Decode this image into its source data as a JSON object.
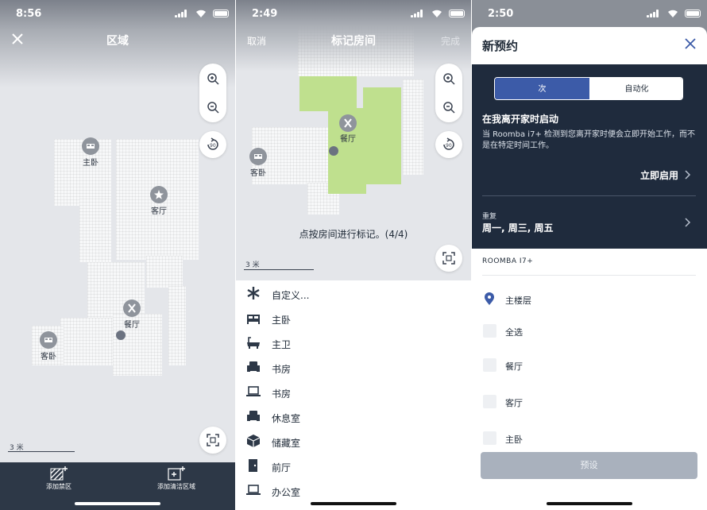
{
  "colors": {
    "accent": "#3c5ba8",
    "dark": "#1f2b3d",
    "room_green": "#bfe08e",
    "bottom_bar": "#2d3847"
  },
  "screen1": {
    "time": "8:56",
    "title": "区域",
    "rooms": [
      "主卧",
      "客厅",
      "餐厅",
      "客卧"
    ],
    "scale": "3 米",
    "bottom": {
      "no_go": "添加禁区",
      "clean_zone": "添加清洁区域"
    }
  },
  "screen2": {
    "time": "2:49",
    "cancel": "取消",
    "title": "标记房间",
    "done": "完成",
    "rooms": [
      "客厅",
      "餐厅",
      "客卧"
    ],
    "hint": "点按房间进行标记。(4/4)",
    "scale": "3 米",
    "list": [
      {
        "label": "自定义...",
        "icon": "asterisk-icon"
      },
      {
        "label": "主卧",
        "icon": "bed-icon"
      },
      {
        "label": "主卫",
        "icon": "bathtub-icon"
      },
      {
        "label": "书房",
        "icon": "armchair-icon"
      },
      {
        "label": "书房",
        "icon": "laptop-icon"
      },
      {
        "label": "休息室",
        "icon": "armchair-icon"
      },
      {
        "label": "储藏室",
        "icon": "box-icon"
      },
      {
        "label": "前厅",
        "icon": "door-icon"
      },
      {
        "label": "办公室",
        "icon": "laptop-icon"
      }
    ]
  },
  "screen3": {
    "time": "2:50",
    "title": "新预约",
    "seg": {
      "left": "次",
      "right": "自动化"
    },
    "heading": "在我离开家时启动",
    "desc": "当 Roomba i7+ 检测到您离开家时便会立即开始工作，而不是在特定时间工作。",
    "enable": "立即启用",
    "repeat_label": "重复",
    "repeat_value": "周一, 周三, 周五",
    "section": "ROOMBA I7+",
    "floor": "主楼层",
    "items": [
      "全选",
      "餐厅",
      "客厅",
      "主卧"
    ],
    "preset": "预设"
  }
}
